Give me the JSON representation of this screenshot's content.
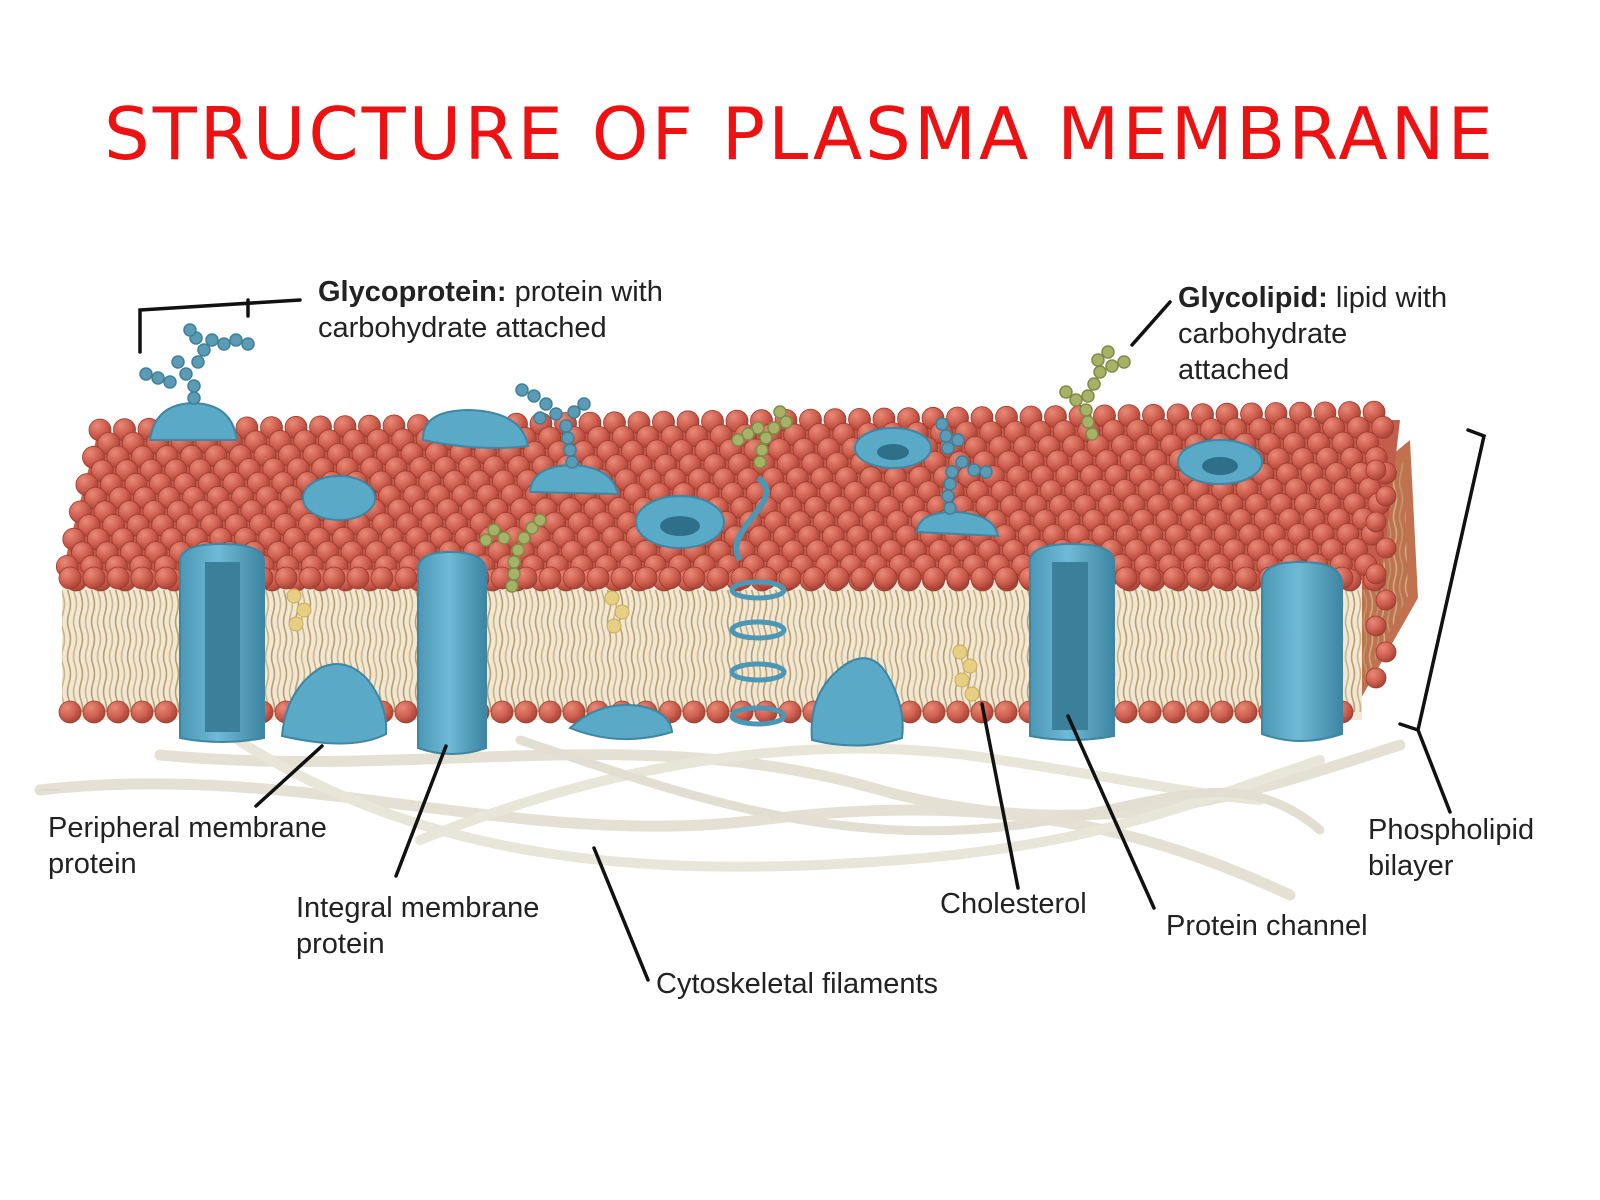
{
  "title": "STRUCTURE OF PLASMA MEMBRANE",
  "colors": {
    "title": "#ee1111",
    "phospholipid_head": "#cf5f4f",
    "phospholipid_head_edge": "#9e3a2e",
    "protein": "#5aa9c6",
    "protein_dark": "#3f86a3",
    "carbohydrate_glycoprotein": "#5b9bb5",
    "carbohydrate_glycolipid": "#a8b266",
    "cholesterol": "#e6cf83",
    "filament": "#dedbcd",
    "leader_line": "#111111"
  },
  "labels": {
    "glycoprotein": {
      "term": "Glycoprotein:",
      "rest_line1": " protein with",
      "line2": "carbohydrate attached"
    },
    "glycolipid": {
      "term": "Glycolipid:",
      "rest_line1": " lipid with",
      "line2": "carbohydrate",
      "line3": "attached"
    },
    "peripheral": {
      "line1": "Peripheral membrane",
      "line2": "protein"
    },
    "integral": {
      "line1": "Integral membrane",
      "line2": "protein"
    },
    "cytoskeletal": {
      "line1": "Cytoskeletal filaments"
    },
    "cholesterol": {
      "line1": "Cholesterol"
    },
    "channel": {
      "line1": "Protein channel"
    },
    "bilayer": {
      "line1": "Phospholipid",
      "line2": "bilayer"
    }
  }
}
